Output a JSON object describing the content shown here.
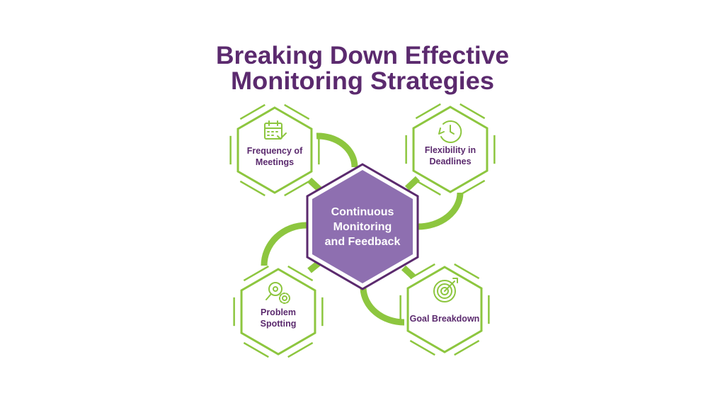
{
  "title": {
    "line1": "Breaking Down Effective",
    "line2": "Monitoring Strategies"
  },
  "center": {
    "line1": "Continuous",
    "line2": "Monitoring",
    "line3": "and Feedback"
  },
  "nodes": [
    {
      "line1": "Frequency of",
      "line2": "Meetings",
      "icon": "calendar-check-icon"
    },
    {
      "line1": "Flexibility in",
      "line2": "Deadlines",
      "icon": "clock-refresh-icon"
    },
    {
      "line1": "Problem",
      "line2": "Spotting",
      "icon": "magnifier-gear-icon"
    },
    {
      "line1": "Goal Breakdown",
      "icon": "target-arrow-icon"
    }
  ],
  "colors": {
    "title": "#5b2a6e",
    "accent_green": "#8dc63f",
    "center_fill": "#8e6fb0",
    "center_outline": "#5b2a6e"
  }
}
